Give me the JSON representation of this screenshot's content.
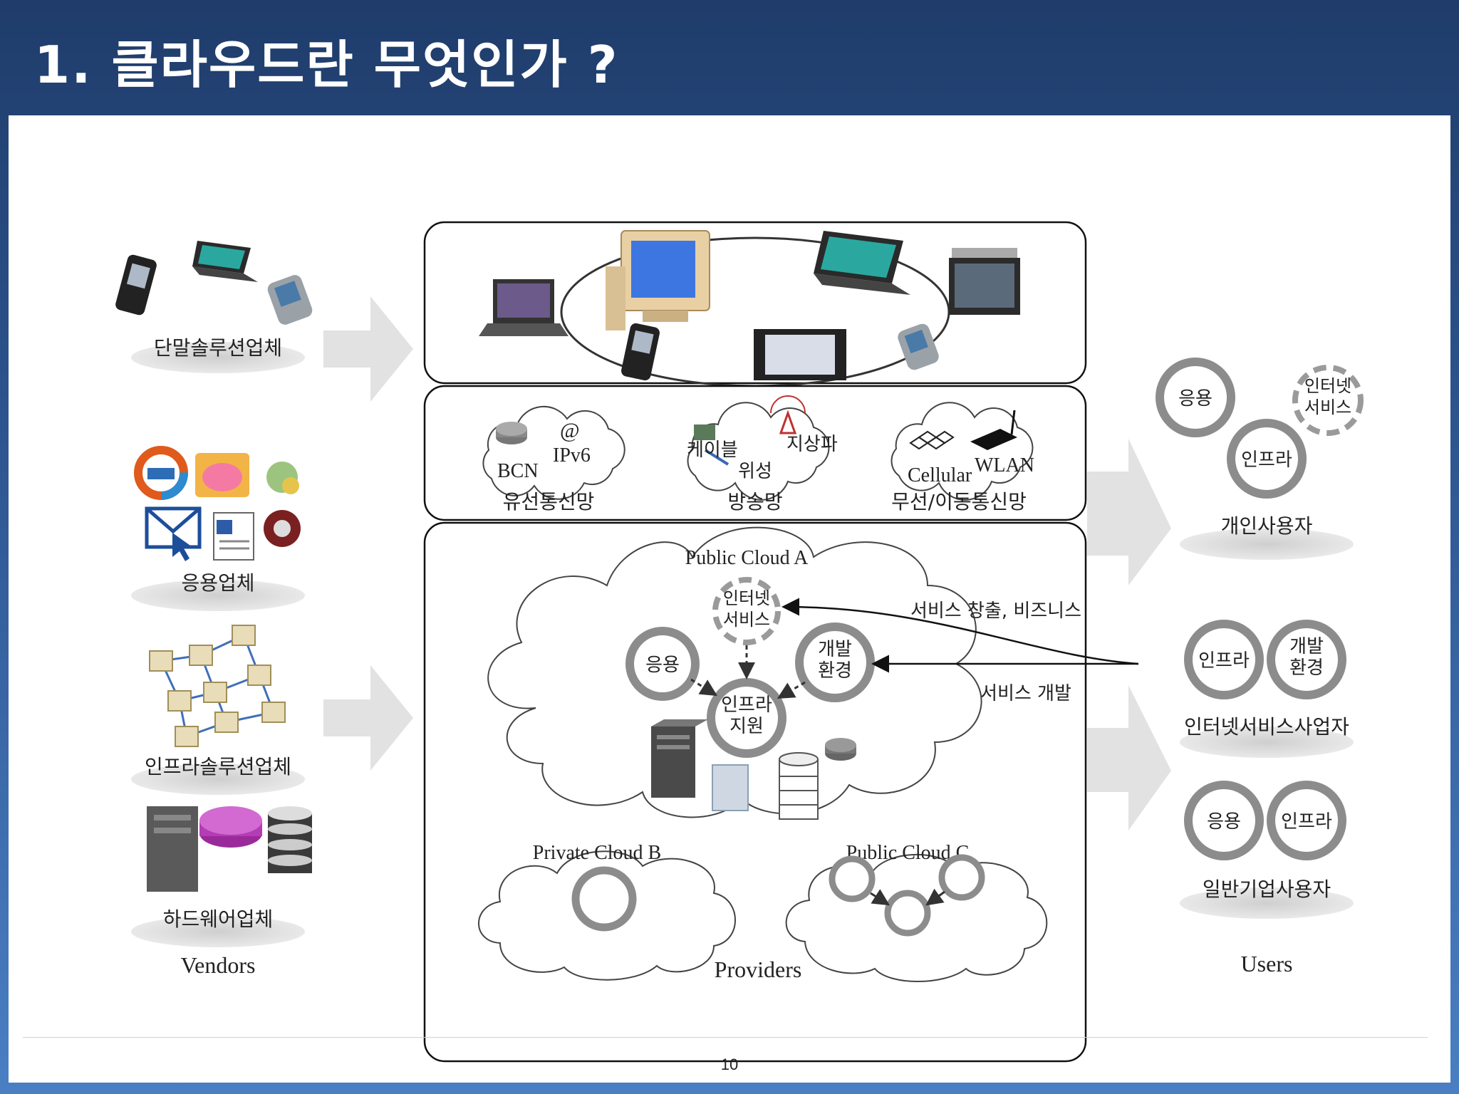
{
  "slide": {
    "title": "1.  클라우드란 무엇인가 ?",
    "page_number": "10"
  },
  "vendors": {
    "heading": "Vendors",
    "groups": [
      {
        "label": "단말솔루션업체"
      },
      {
        "label": "응용업체"
      },
      {
        "label": "인프라솔루션업체"
      },
      {
        "label": "하드웨어업체"
      }
    ]
  },
  "providers": {
    "heading": "Providers",
    "networks": [
      {
        "label": "유선통신망",
        "items": [
          "BCN",
          "IPv6",
          "@"
        ]
      },
      {
        "label": "방송망",
        "items": [
          "케이블",
          "위성",
          "지상파"
        ]
      },
      {
        "label": "무선/이동통신망",
        "items": [
          "Cellular",
          "WLAN"
        ]
      }
    ],
    "public_cloud_a": {
      "name": "Public Cloud A",
      "internet_service": "인터넷 서비스",
      "app": "응용",
      "dev_env": "개발 환경",
      "infra": "인프라 지원"
    },
    "private_cloud_b": {
      "name": "Private Cloud B"
    },
    "public_cloud_c": {
      "name": "Public Cloud C"
    },
    "arrow_labels": [
      "서비스 창출, 비즈니스",
      "서비스 개발"
    ]
  },
  "users": {
    "heading": "Users",
    "groups": [
      {
        "label": "개인사용자",
        "circles": [
          "응용",
          "인프라",
          "인터넷 서비스"
        ]
      },
      {
        "label": "인터넷서비스사업자",
        "circles": [
          "인프라",
          "개발 환경"
        ]
      },
      {
        "label": "일반기업사용자",
        "circles": [
          "응용",
          "인프라"
        ]
      }
    ]
  },
  "icons": [
    "mobile-phone-icon",
    "laptop-icon",
    "pda-icon",
    "crt-monitor-icon",
    "tv-icon",
    "crm-icon",
    "erp-icon",
    "email-icon",
    "document-icon",
    "video-icon",
    "network-node-icon",
    "server-tower-icon",
    "router-icon",
    "database-stack-icon",
    "antenna-icon",
    "wlan-router-icon",
    "satellite-dish-icon"
  ],
  "colors": {
    "header_bg": "#1f3c6a",
    "ring_gray": "#8c8c8c",
    "arrow_gray": "#e0e0e0"
  }
}
